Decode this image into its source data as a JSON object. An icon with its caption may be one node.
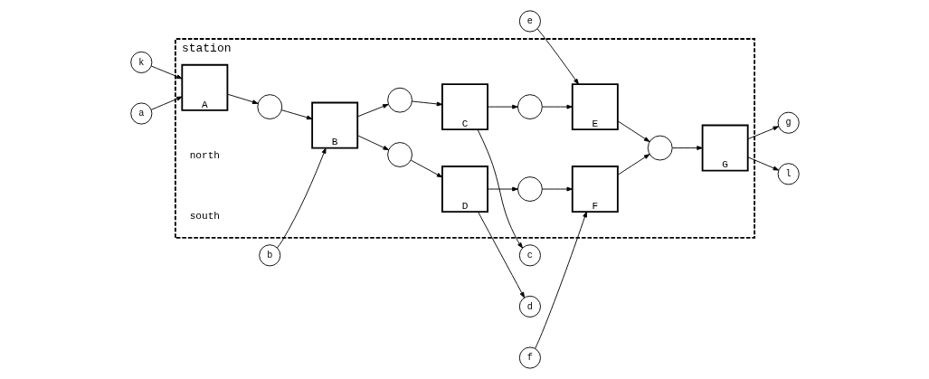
{
  "diagram": {
    "nodes": [
      {
        "text": [
          "station"
        ]
      },
      {
        "text": [
          "A"
        ],
        "in": 0
      },
      {
        "text": [
          "B"
        ],
        "in": 0
      },
      {
        "text": [
          "C"
        ],
        "in": 0
      },
      {
        "text": [
          "D"
        ],
        "in": 0
      },
      {
        "text": [
          "E"
        ],
        "in": 0
      },
      {
        "text": [
          "F"
        ],
        "in": 0
      },
      {
        "text": [
          "G"
        ],
        "in": 0
      },
      {
        "text": [],
        "shape": "circle",
        "in": 0
      },
      {
        "text": [],
        "shape": "circle",
        "in": 0
      },
      {
        "text": [],
        "shape": "circle",
        "in": 0
      },
      {
        "text": [],
        "shape": "circle",
        "in": 0
      },
      {
        "text": [],
        "shape": "circle",
        "in": 0
      },
      {
        "text": [],
        "shape": "circle",
        "in": 0
      },
      {
        "text": [
          "k"
        ]
      },
      {
        "text": [
          "a"
        ]
      },
      {
        "text": [
          "b"
        ]
      },
      {
        "text": [
          "c"
        ]
      },
      {
        "text": [
          "d"
        ]
      },
      {
        "text": [
          "e"
        ]
      },
      {
        "text": [
          "f"
        ]
      },
      {
        "text": [
          "g"
        ]
      },
      {
        "text": [
          "l"
        ]
      }
    ],
    "edges": [
      {
        "from": 14,
        "to": 1,
        "arrow": "to"
      },
      {
        "from": 1,
        "to": 8,
        "arrow": "to"
      },
      {
        "from": 8,
        "to": 2,
        "arrow": "to"
      },
      {
        "from": 2,
        "to": 9,
        "arrow": "to"
      },
      {
        "from": 2,
        "to": 10,
        "arrow": "to"
      },
      {
        "from": 9,
        "to": 3,
        "arrow": "to"
      },
      {
        "from": 10,
        "to": 4,
        "arrow": "to"
      },
      {
        "from": 3,
        "to": 11,
        "arrow": "to"
      },
      {
        "from": 4,
        "to": 12,
        "arrow": "to"
      },
      {
        "from": 11,
        "to": 5,
        "arrow": "to"
      },
      {
        "from": 12,
        "to": 6,
        "arrow": "to"
      },
      {
        "from": 5,
        "to": 13,
        "arrow": "to"
      },
      {
        "from": 6,
        "to": 13,
        "arrow": "to"
      },
      {
        "from": 13,
        "to": 7,
        "arrow": "to"
      },
      {
        "from": 7,
        "to": 22,
        "arrow": "to"
      },
      {
        "from": 15,
        "to": 1,
        "arrow": "to"
      },
      {
        "from": 16,
        "to": 2,
        "arrow": "to"
      },
      {
        "from": 3,
        "to": 17,
        "arrow": "to"
      },
      {
        "from": 4,
        "to": 18,
        "arrow": "to"
      },
      {
        "from": 19,
        "to": 5,
        "arrow": "to"
      },
      {
        "from": 20,
        "to": 6,
        "arrow": "to"
      },
      {
        "from": 7,
        "to": 21,
        "arrow": "to"
      }
    ],
    "labels": [
      "north",
      "south"
    ]
  }
}
